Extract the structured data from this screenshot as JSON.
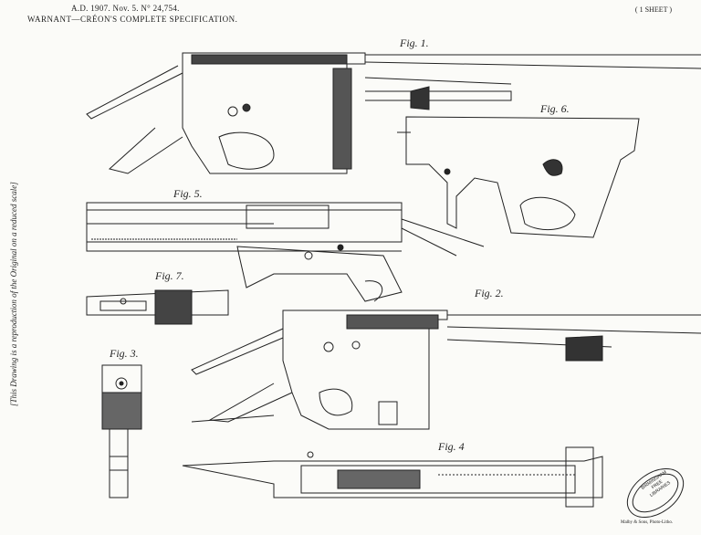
{
  "header": {
    "line1": "A.D. 1907. Nov. 5. N° 24,754.",
    "line2": "WARNANT—CRÉON'S COMPLETE SPECIFICATION.",
    "sheet_label": "( 1 SHEET )"
  },
  "side_note": "[This Drawing is a reproduction of the Original on a reduced scale]",
  "figures": {
    "fig1": "Fig. 1.",
    "fig2": "Fig. 2.",
    "fig3": "Fig. 3.",
    "fig4": "Fig. 4",
    "fig5": "Fig. 5.",
    "fig6": "Fig. 6.",
    "fig7": "Fig. 7."
  },
  "stamp": [
    "BIRMINGHAM",
    "FREE",
    "LIBRARIES"
  ],
  "credit": "Malby & Sons, Photo-Litho."
}
